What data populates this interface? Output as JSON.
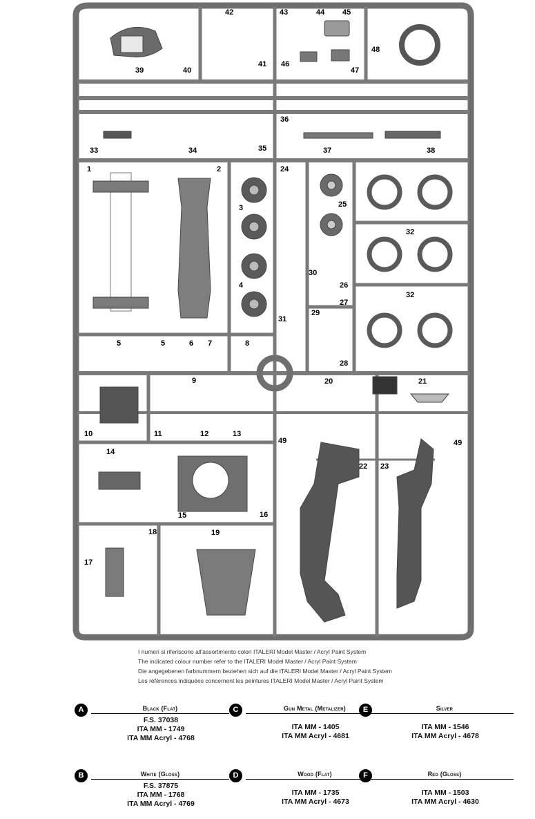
{
  "sprue": {
    "part_numbers": [
      "1",
      "2",
      "3",
      "4",
      "5",
      "5",
      "6",
      "7",
      "8",
      "9",
      "10",
      "11",
      "12",
      "13",
      "14",
      "15",
      "16",
      "17",
      "18",
      "19",
      "20",
      "21",
      "22",
      "23",
      "24",
      "25",
      "26",
      "27",
      "28",
      "29",
      "30",
      "31",
      "32",
      "32",
      "33",
      "34",
      "35",
      "36",
      "37",
      "38",
      "39",
      "40",
      "41",
      "42",
      "43",
      "44",
      "45",
      "46",
      "47",
      "48",
      "49",
      "49"
    ]
  },
  "notes": [
    "I numeri si riferiscono all'assortimento colori ITALERI Model Master / Acryl Paint System",
    "The indicated colour number refer to the ITALERI Model Master / Acryl Paint System",
    "Die angegebenen farbnummern beziehen sich auf die ITALERI Model Master / Acryl Paint System",
    "Les références indiquées concernent les peintures ITALERI Model Master / Acryl Paint System"
  ],
  "paints": [
    {
      "letter": "A",
      "name": "Black (Flat)",
      "lines": [
        "F.S. 37038",
        "ITA MM - 1749",
        "ITA MM Acryl - 4768"
      ]
    },
    {
      "letter": "C",
      "name": "Gun Metal (Metalizer)",
      "lines": [
        "ITA MM - 1405",
        "ITA MM Acryl - 4681"
      ]
    },
    {
      "letter": "E",
      "name": "Silver",
      "lines": [
        "ITA MM - 1546",
        "ITA MM Acryl - 4678"
      ]
    },
    {
      "letter": "B",
      "name": "White (Gloss)",
      "lines": [
        "F.S. 37875",
        "ITA MM - 1768",
        "ITA MM Acryl - 4769"
      ]
    },
    {
      "letter": "D",
      "name": "Wood (Flat)",
      "lines": [
        "ITA MM - 1735",
        "ITA MM Acryl - 4673"
      ]
    },
    {
      "letter": "F",
      "name": "Red (Gloss)",
      "lines": [
        "ITA MM - 1503",
        "ITA MM Acryl - 4630"
      ]
    }
  ]
}
